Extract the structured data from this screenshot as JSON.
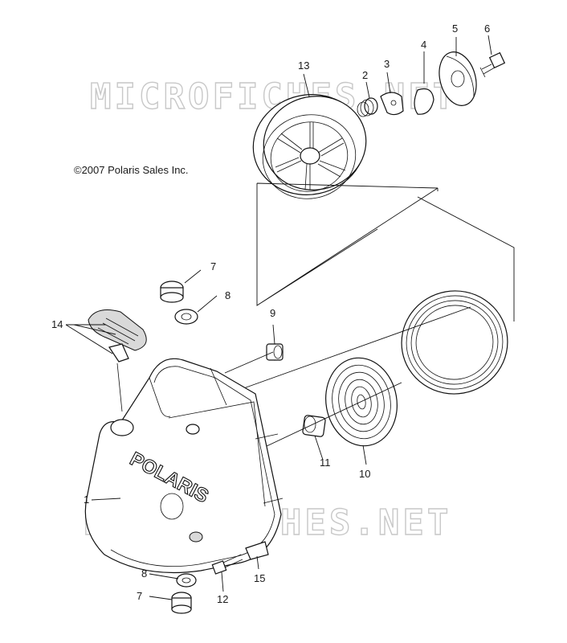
{
  "copyright": "©2007 Polaris Sales Inc.",
  "watermark": "MICROFICHES.NET",
  "brand_logo": "POLARIS",
  "callouts": {
    "c1": "1",
    "c2": "2",
    "c3": "3",
    "c4": "4",
    "c5": "5",
    "c6": "6",
    "c7_top": "7",
    "c8_top": "8",
    "c9": "9",
    "c10": "10",
    "c11": "11",
    "c12": "12",
    "c13": "13",
    "c14": "14",
    "c15": "15",
    "c8_bottom": "8",
    "c7_bottom": "7"
  }
}
